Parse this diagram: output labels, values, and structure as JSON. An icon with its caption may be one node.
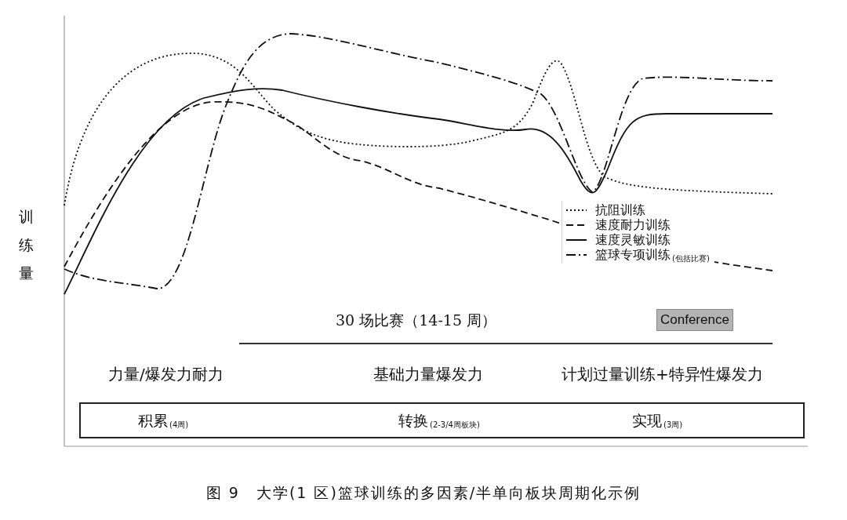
{
  "diagram": {
    "caption": "图 9　大学(1 区)篮球训练的多因素/半单向板块周期化示例",
    "nodes": [
      {
        "text": [
          "Conference"
        ]
      },
      {
        "text": [
          "积累$_{(4周)}$",
          "转换$_{(2-3/4周板块)}$",
          "实现$_{(3周)}$"
        ]
      }
    ],
    "labels": [
      "训练量",
      "30 场比赛（14-15 周）",
      "力量/爆发力耐力",
      "基础力量爆发力",
      "计划过量训练+特异性爆发力"
    ],
    "legend": [
      {
        "text": "抗阻训练"
      },
      {
        "text": "速度耐力训练"
      },
      {
        "text": "速度灵敏训练"
      },
      {
        "text": "篮球专项训练$_{(包括比赛)}$"
      }
    ]
  }
}
